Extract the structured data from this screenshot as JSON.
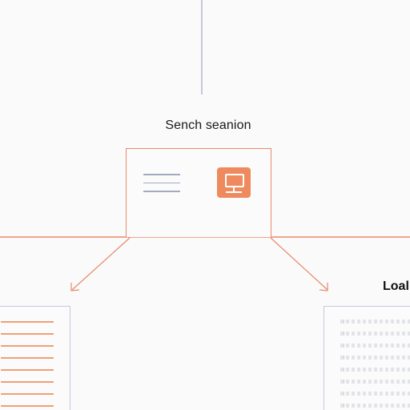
{
  "diagram": {
    "top_node": {
      "title": "Sench seanion"
    },
    "right_node": {
      "title": "Loal"
    },
    "left_node": {
      "rows": 8
    },
    "right_list": {
      "rows": 8
    },
    "colors": {
      "accent": "#ee8a5d",
      "connector": "#e8896a",
      "neutral_line": "#b4b8cc",
      "card_border": "#c7c9dc"
    },
    "icons": {
      "main_icon": "monitor-icon",
      "menu_icon": "menu-lines-icon"
    }
  }
}
